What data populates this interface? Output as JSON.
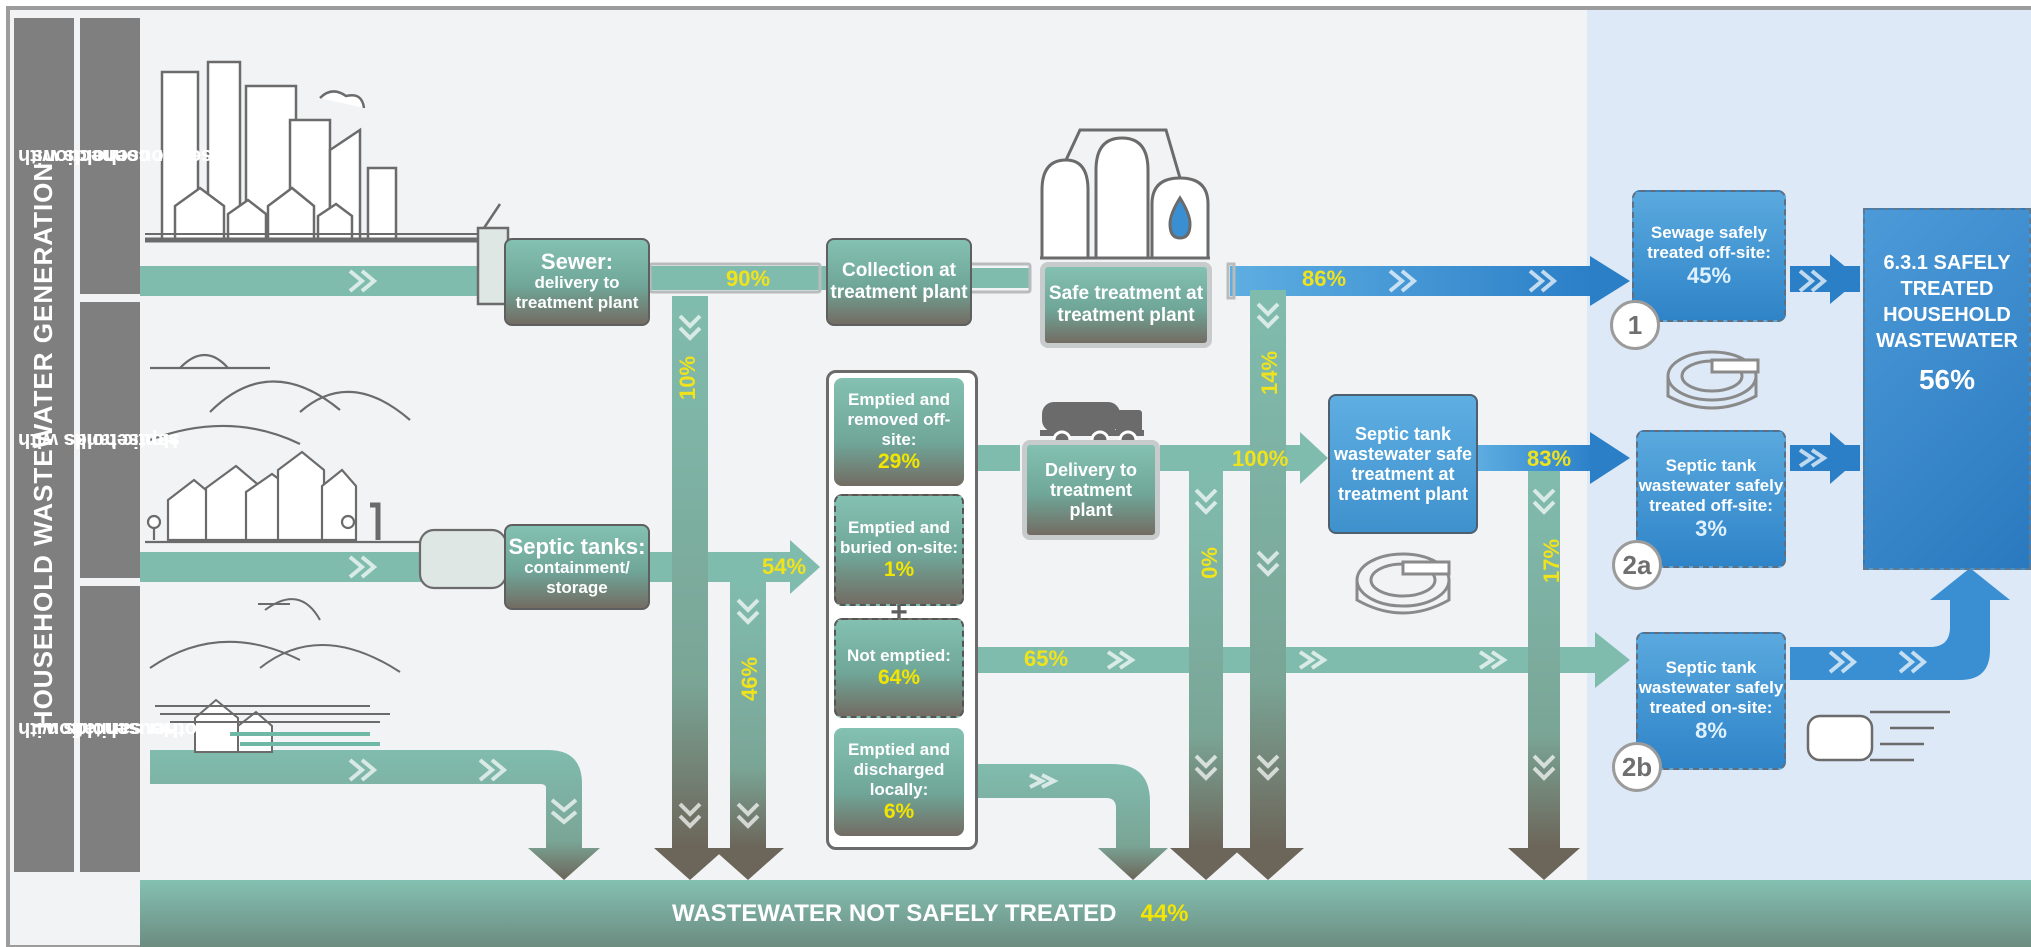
{
  "side_title": "HOUSEHOLD WASTEWATER GENERATION",
  "categories": [
    {
      "line1": "Households with",
      "line2": "sewer connections"
    },
    {
      "line1": "Households with",
      "line2": "septic tanks"
    },
    {
      "line1": "Households with",
      "line2": "other sanitation"
    }
  ],
  "nodes": {
    "sewer": {
      "title": "Sewer:",
      "text": "delivery to treatment plant"
    },
    "septic_tanks": {
      "title": "Septic tanks:",
      "text": "containment/ storage"
    },
    "collection": {
      "text": "Collection at treatment plant"
    },
    "safe_treatment": {
      "text": "Safe treatment at treatment plant"
    },
    "emptied_removed": {
      "text": "Emptied and removed off-site:",
      "value": "29%"
    },
    "emptied_buried": {
      "text": "Emptied and buried on-site:",
      "value": "1%"
    },
    "not_emptied": {
      "text": "Not emptied:",
      "value": "64%"
    },
    "emptied_discharged": {
      "text": "Emptied and discharged locally:",
      "value": "6%"
    },
    "delivery": {
      "text": "Delivery to treatment plant"
    },
    "septic_safe_treatment": {
      "text": "Septic tank wastewater safe treatment at treatment plant"
    },
    "sewage_safely_treated": {
      "text": "Sewage safely treated off-site:",
      "value": "45%"
    },
    "septic_offsite": {
      "text": "Septic tank wastewater safely treated off-site:",
      "value": "3%"
    },
    "septic_onsite": {
      "text": "Septic tank wastewater safely treated on-site:",
      "value": "8%"
    },
    "goal": {
      "title": "6.3.1 SAFELY TREATED HOUSEHOLD WASTEWATER",
      "value": "56%"
    }
  },
  "badges": [
    "1",
    "2a",
    "2b"
  ],
  "flows": {
    "sewer_to_collection": "90%",
    "sewer_not_collected": "10%",
    "treated_sewage": "86%",
    "untreated_at_plant": "14%",
    "septic_to_containment": "54%",
    "septic_not_contained": "46%",
    "delivery_to_septic_treatment": "100%",
    "not_delivered": "0%",
    "septic_treated": "83%",
    "septic_untreated": "17%",
    "not_emptied": "65%",
    "plus": "+"
  },
  "bottom": {
    "label": "WASTEWATER NOT SAFELY TREATED",
    "value": "44%"
  },
  "colors": {
    "flow_green": "#80bcae",
    "flow_blue": "#3a8fd3",
    "bar_grey": "#7f7f7f",
    "yellow": "#f2e600",
    "panel_blue": "#dde9f6"
  }
}
